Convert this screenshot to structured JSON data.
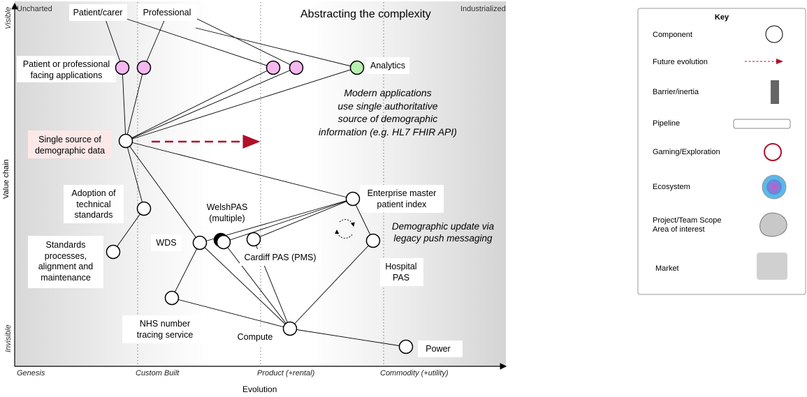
{
  "map": {
    "title": "Abstracting the complexity",
    "stage_uncharted": "Uncharted",
    "stage_industrialized": "Industrialized",
    "y_visible": "Visible",
    "y_value_chain": "Value chain",
    "y_invisible": "Invisible",
    "x_label": "Evolution",
    "phases": [
      "Genesis",
      "Custom Built",
      "Product (+rental)",
      "Commodity (+utility)"
    ],
    "note_modern": [
      "Modern applications",
      "use single authoritative",
      "source of demographic",
      "information (e.g. HL7 FHIR API)"
    ],
    "note_demographic": [
      "Demographic update via",
      "legacy push messaging"
    ]
  },
  "components": {
    "patient_carer": "Patient/carer",
    "professional": "Professional",
    "facing_apps": [
      "Patient or professional",
      "facing applications"
    ],
    "analytics": "Analytics",
    "single_source": [
      "Single source of",
      "demographic data"
    ],
    "adoption": [
      "Adoption of",
      "technical",
      "standards"
    ],
    "standards_processes": [
      "Standards",
      "processes,",
      "alignment and",
      "maintenance"
    ],
    "wds": "WDS",
    "welshpas": [
      "WelshPAS",
      "(multiple)"
    ],
    "cardiff_pas": "Cardiff PAS (PMS)",
    "empi": [
      "Enterprise master",
      "patient index"
    ],
    "hospital_pas": [
      "Hospital",
      "PAS"
    ],
    "nhs_tracing": [
      "NHS number",
      "tracing service"
    ],
    "compute": "Compute",
    "power": "Power"
  },
  "key": {
    "heading": "Key",
    "component": "Component",
    "future_evolution": "Future evolution",
    "barrier": "Barrier/inertia",
    "pipeline": "Pipeline",
    "gaming": "Gaming/Exploration",
    "ecosystem": "Ecosystem",
    "scope": [
      "Project/Team Scope",
      "Area of interest"
    ],
    "market": "Market"
  },
  "colors": {
    "user_need_fill": "#f5b8ef",
    "analytics_fill": "#b8f0b0",
    "highlight_fill": "#fde8e8",
    "future_arrow": "#b0102a",
    "barrier_fill": "#666666",
    "gaming_stroke": "#b0102a",
    "ecosystem_fill": "#5bb8e8",
    "scope_fill": "#c8c8c8",
    "market_fill": "#d0d0d0"
  }
}
